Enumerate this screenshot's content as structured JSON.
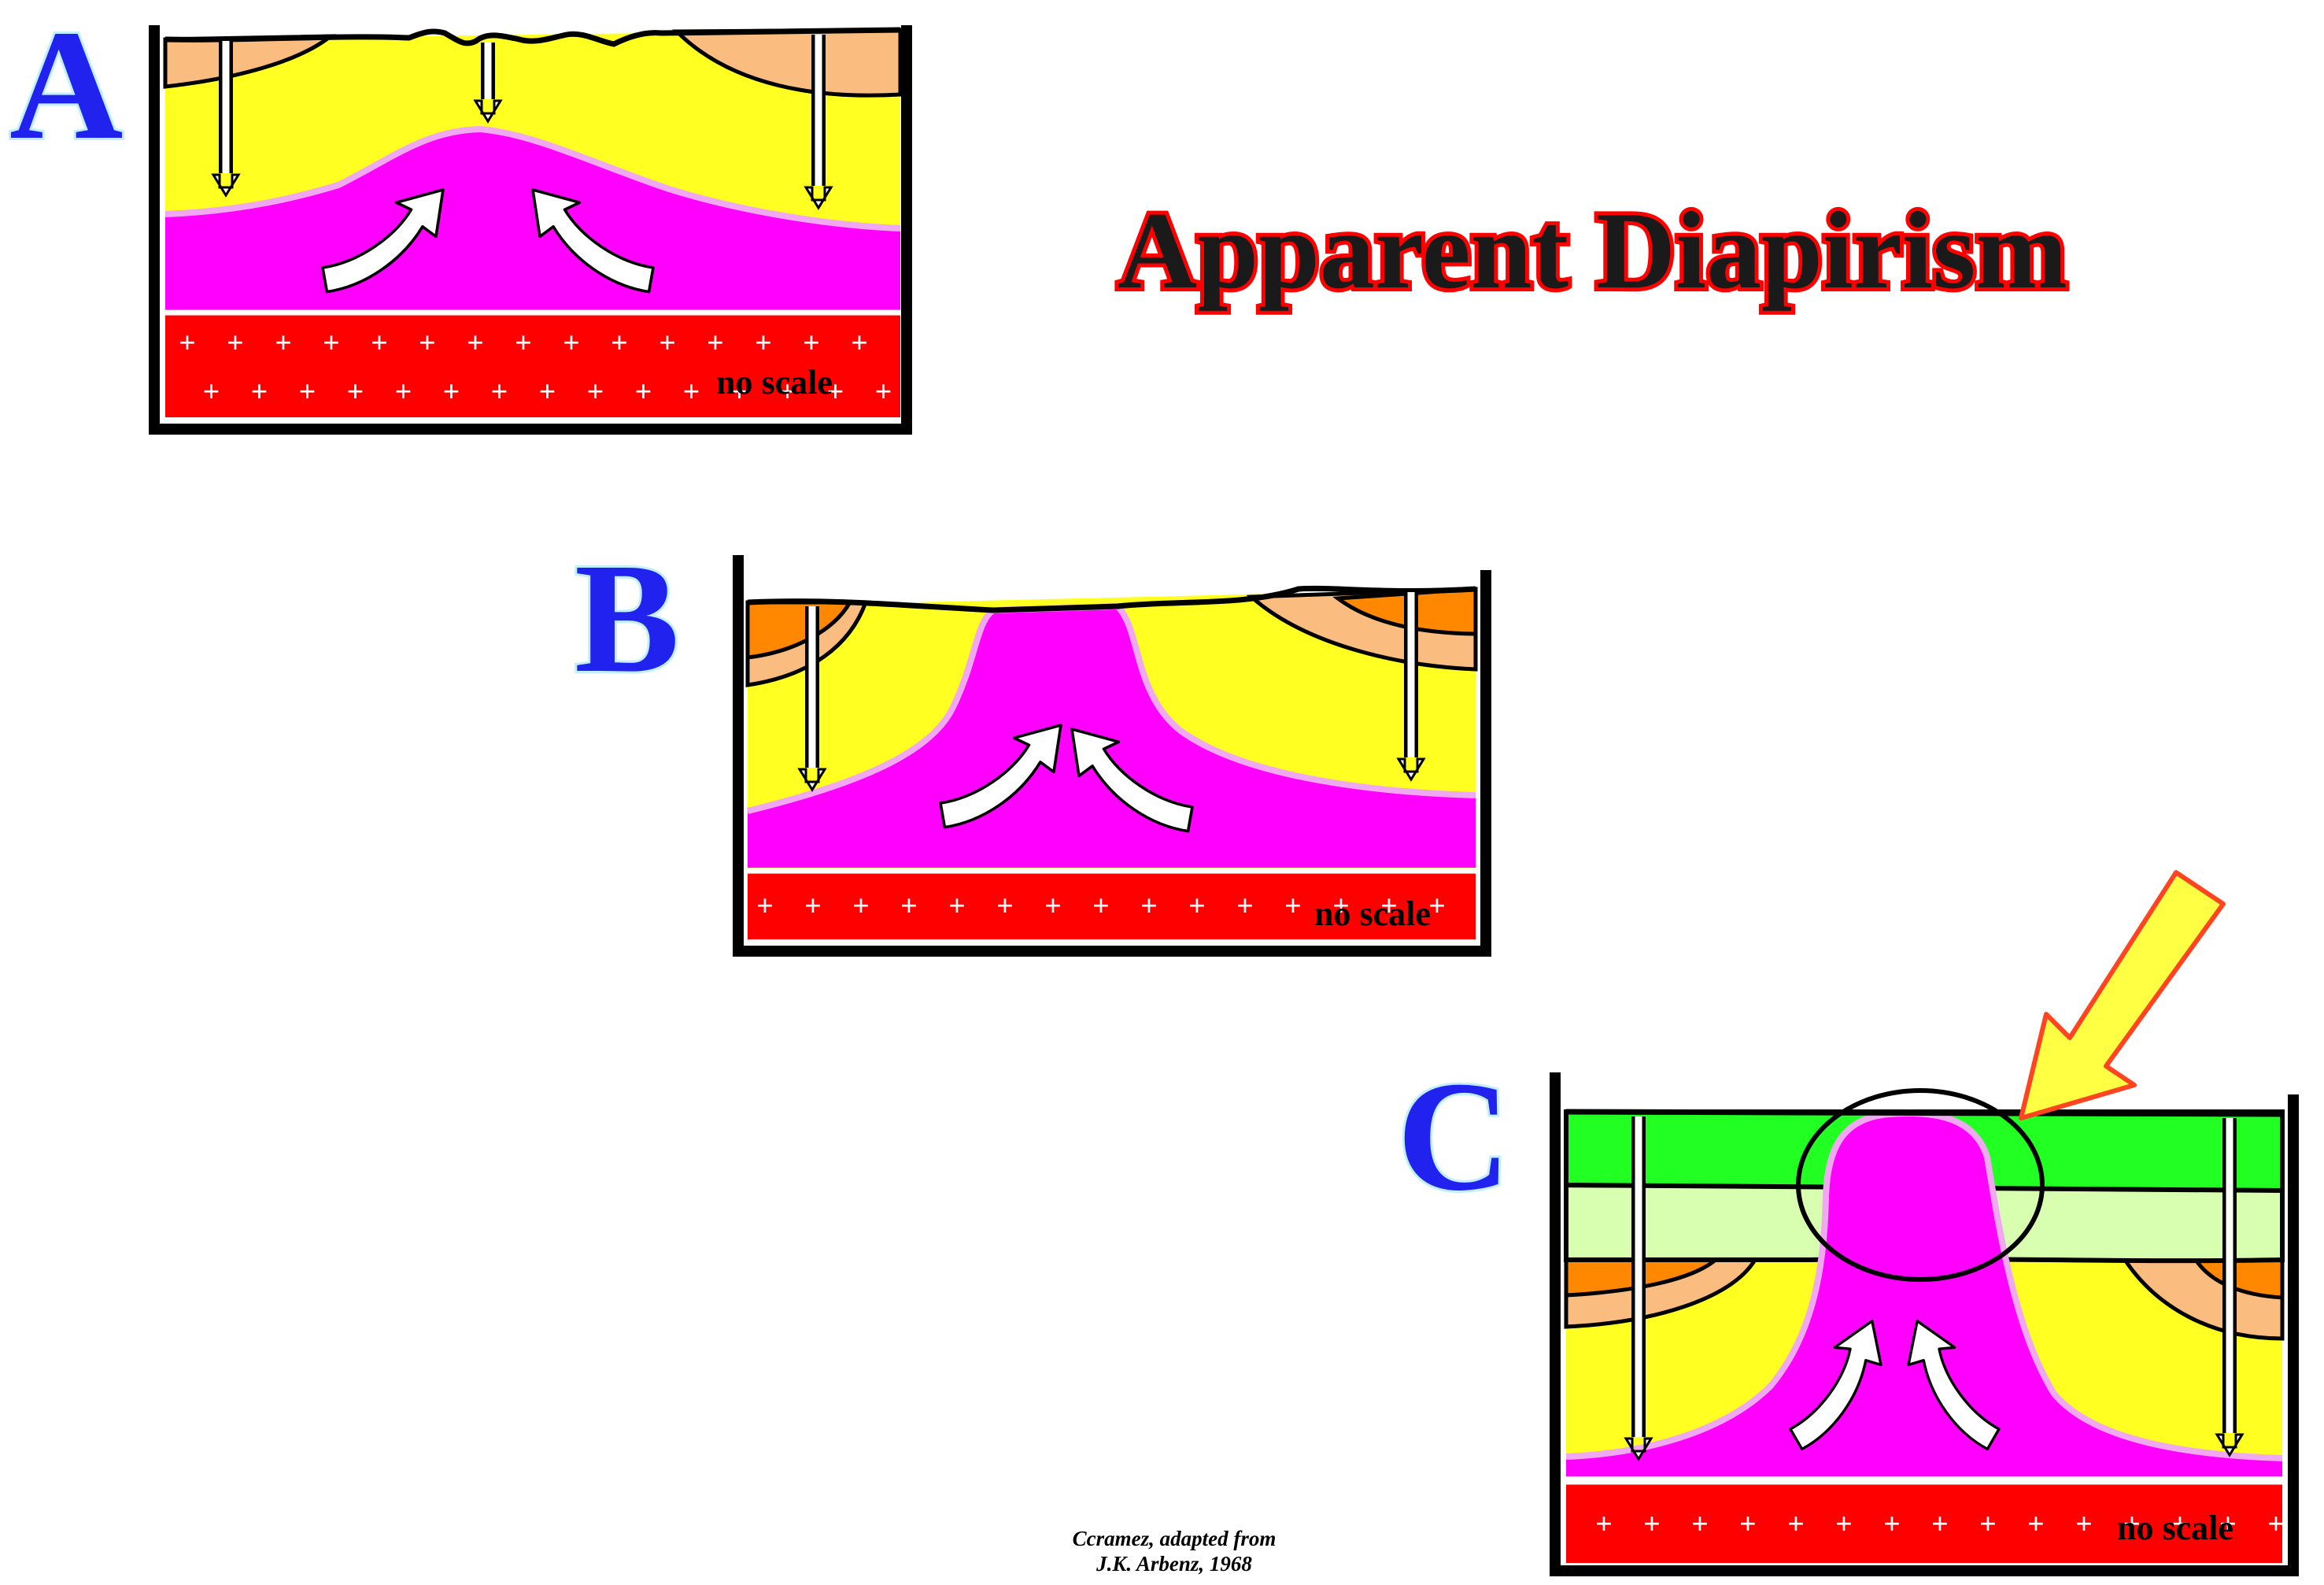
{
  "title": "Apparent Diapirism",
  "panels": [
    {
      "letter": "A",
      "note": "no scale"
    },
    {
      "letter": "B",
      "note": "no scale"
    },
    {
      "letter": "C",
      "note": "no scale"
    }
  ],
  "credit": {
    "line1": "Ccramez, adapted from",
    "line2": "J.K. Arbenz, 1968"
  },
  "colors": {
    "salt": "#ff00ff",
    "salt_rim": "#f0a8f0",
    "overburden": "#ffff22",
    "top_layer": "#fbbd7f",
    "top_layer_dark": "#ff8800",
    "basement": "#ff0000",
    "green_layer": "#22ff22",
    "light_green_layer": "#d8ffb0",
    "letters": "#2222ee",
    "title_fill": "#1a1a1a",
    "title_outline": "#ff0000"
  },
  "icons": [
    "down-arrow-icon",
    "curved-up-arrow-icon",
    "pointer-arrow-icon",
    "highlight-ellipse-icon"
  ]
}
